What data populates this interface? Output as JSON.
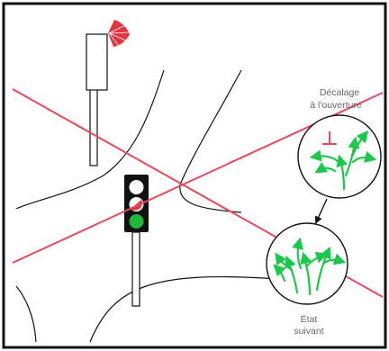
{
  "labels": {
    "offset": [
      "Décalage",
      "à l'ouverture"
    ],
    "next": [
      "État",
      "suivant"
    ]
  },
  "signals": {
    "pedestrian": {
      "light": "red"
    },
    "traffic": {
      "lit": "green",
      "lamps": [
        "off",
        "partially red",
        "green"
      ]
    }
  },
  "colors": {
    "cross_line": "#e8495c",
    "arrow": "#1bc94a",
    "red_lamp": "#e5333f",
    "green_lamp": "#1fb63a",
    "frame": "#111111"
  },
  "icons": {
    "cross": "red-cross-lines",
    "phase_bubble": "circle-with-arrows"
  }
}
